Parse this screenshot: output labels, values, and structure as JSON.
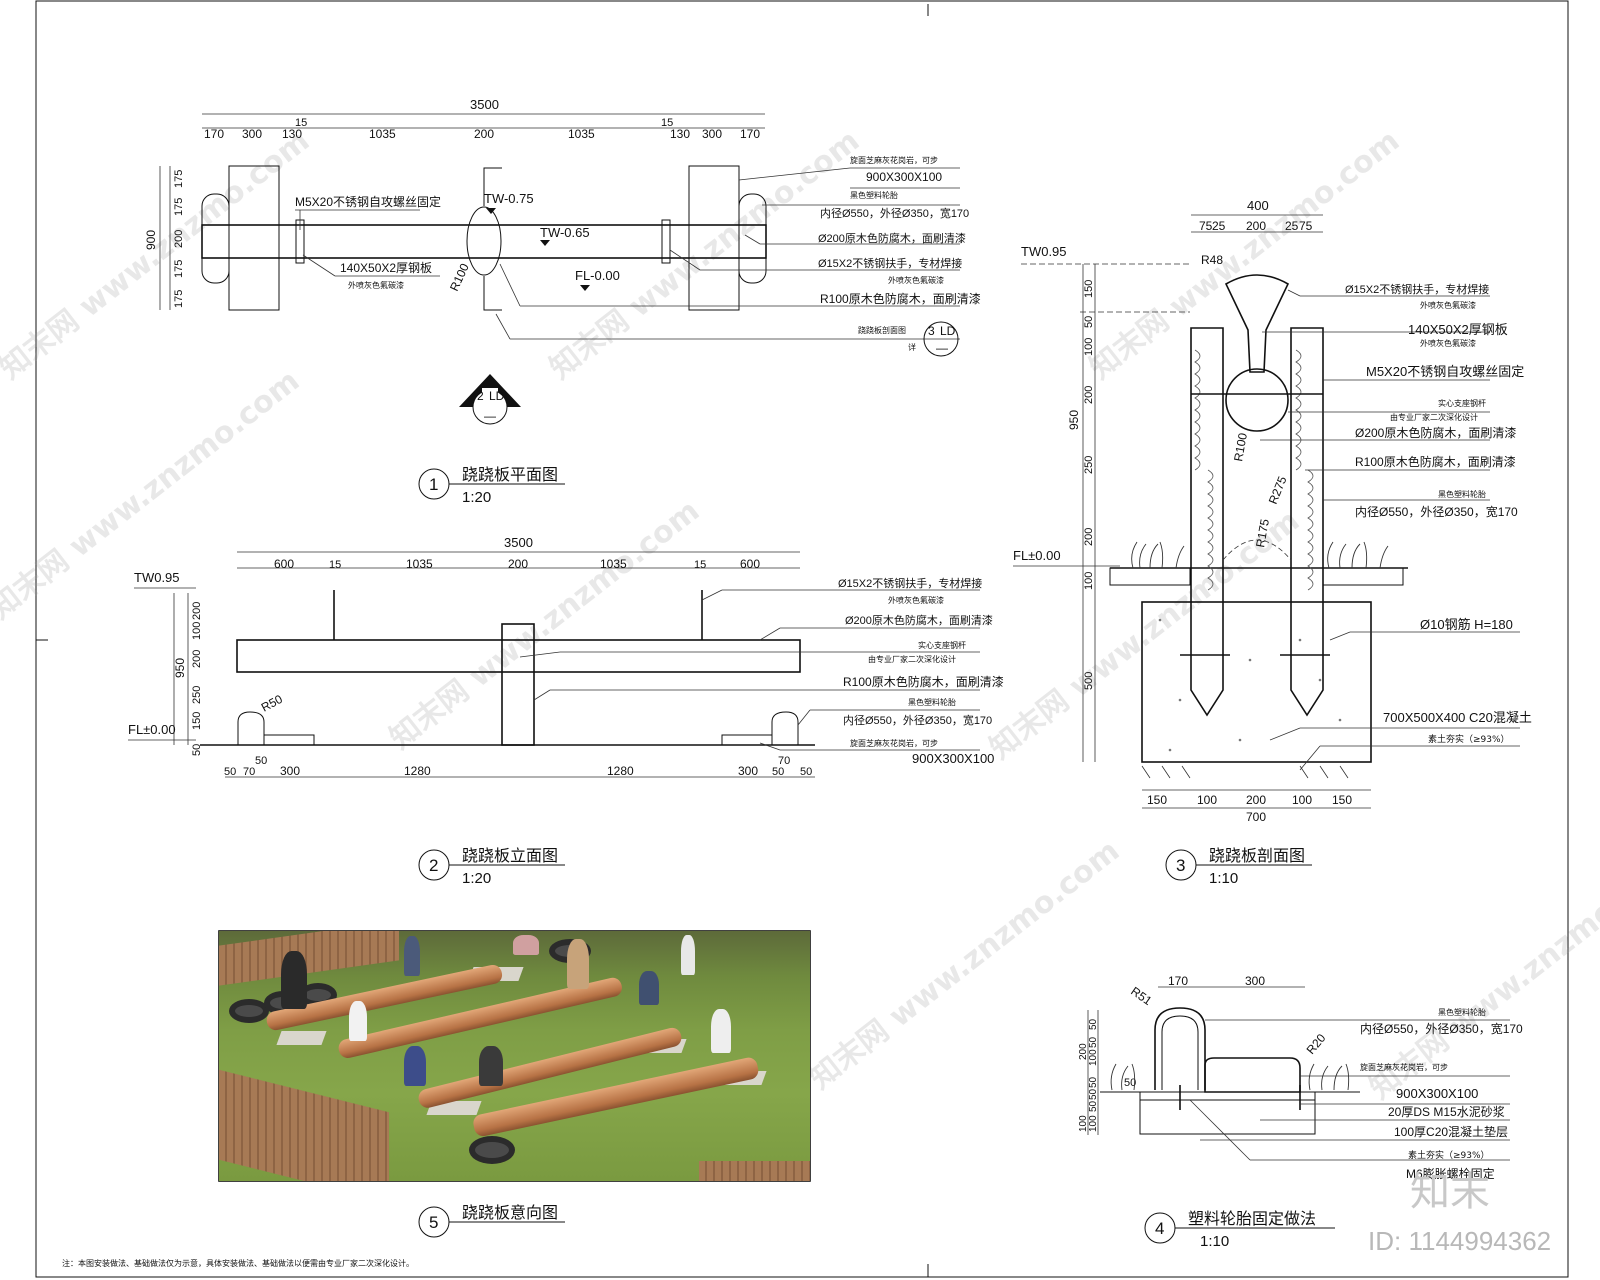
{
  "frame": {
    "brand_text": "知末",
    "id_text": "ID: 1144994362",
    "note": "注：本图安装做法、基础做法仅为示意，具体安装做法、基础做法以便需由专业厂家二次深化设计。"
  },
  "watermark": {
    "text": "知末网 www.znzmo.com"
  },
  "colors": {
    "line": "#111111",
    "grass": "#7f9e46",
    "log": "#c0804f"
  },
  "fig1": {
    "title": "跷跷板平面图",
    "num": "1",
    "scale": "1:20",
    "dims_top": [
      "170",
      "300",
      "130",
      "15",
      "1035",
      "200",
      "1035",
      "15",
      "130",
      "300",
      "170"
    ],
    "dim_total": "3500",
    "dims_left": [
      "175",
      "175",
      "200",
      "175",
      "175"
    ],
    "dim_left_total": "900",
    "levels": {
      "tw1": "TW-0.75",
      "tw2": "TW-0.65",
      "fl": "FL-0.00"
    },
    "r_label": "R100",
    "bolt_label": "M5X20不锈钢自攻螺丝固定",
    "plate_label": "140X50X2厚钢板",
    "plate_sub": "外喷灰色氟碳漆",
    "notes": [
      "旋面芝麻灰花岗岩，可步",
      "900X300X100",
      "黑色塑料轮胎",
      "内径Ø550，外径Ø350，宽170",
      "Ø200原木色防腐木，面刷清漆",
      "Ø15X2不锈钢扶手，专材焊接",
      "外喷灰色氟碳漆",
      "R100原木色防腐木，面刷清漆",
      "跷跷板剖面图",
      "详"
    ],
    "ref_callout": {
      "top": "3",
      "sub": "LD",
      "bottom": "—"
    },
    "section_mark": {
      "num": "2",
      "sub": "LD",
      "bottom": "—"
    }
  },
  "fig2": {
    "title": "跷跷板立面图",
    "num": "2",
    "scale": "1:20",
    "dims_top": [
      "600",
      "15",
      "1035",
      "200",
      "1035",
      "15",
      "600"
    ],
    "dim_total": "3500",
    "dims_bottom": [
      "50",
      "70",
      "50",
      "300",
      "1280",
      "1280",
      "300",
      "70",
      "50",
      "50"
    ],
    "dims_left": [
      "200",
      "100",
      "200",
      "250",
      "150",
      "50"
    ],
    "dim_left_total": "950",
    "tw": "TW0.95",
    "fl": "FL±0.00",
    "r50": "R50",
    "notes": [
      "Ø15X2不锈钢扶手，专材焊接",
      "外喷灰色氟碳漆",
      "Ø200原木色防腐木，面刷清漆",
      "实心支座钢杆",
      "由专业厂家二次深化设计",
      "R100原木色防腐木，面刷清漆",
      "黑色塑料轮胎",
      "内径Ø550，外径Ø350，宽170",
      "旋面芝麻灰花岗岩，可步",
      "900X300X100"
    ]
  },
  "fig3": {
    "title": "跷跷板剖面图",
    "num": "3",
    "scale": "1:10",
    "dims_top": [
      "75",
      "25",
      "200",
      "25",
      "75"
    ],
    "dim_total": "400",
    "dims_left": [
      "150",
      "50",
      "100",
      "200",
      "250",
      "200",
      "100",
      "500"
    ],
    "dim_left_total": "950",
    "dims_bottom": [
      "150",
      "100",
      "200",
      "100",
      "150"
    ],
    "dim_bottom_total": "700",
    "tw": "TW0.95",
    "fl": "FL±0.00",
    "radii": [
      "R48",
      "R100",
      "R275",
      "R175"
    ],
    "notes": [
      "Ø15X2不锈钢扶手，专材焊接",
      "外喷灰色氟碳漆",
      "140X50X2厚钢板",
      "外喷灰色氟碳漆",
      "M5X20不锈钢自攻螺丝固定",
      "实心支座钢杆",
      "由专业厂家二次深化设计",
      "Ø200原木色防腐木，面刷清漆",
      "R100原木色防腐木，面刷清漆",
      "黑色塑料轮胎",
      "内径Ø550，外径Ø350，宽170",
      "Ø10钢筋 H=180",
      "700X500X400 C20混凝土",
      "素土夯实（≥93%）"
    ]
  },
  "fig4": {
    "title": "塑料轮胎固定做法",
    "num": "4",
    "scale": "1:10",
    "dims_top": [
      "170",
      "300"
    ],
    "r_labels": [
      "R51",
      "R20"
    ],
    "dims_left": [
      "50",
      "50",
      "100",
      "200",
      "50",
      "50",
      "50",
      "100",
      "100"
    ],
    "small_50": "50",
    "notes": [
      "黑色塑料轮胎",
      "内径Ø550，外径Ø350，宽170",
      "旋面芝麻灰花岗岩，可步",
      "900X300X100",
      "20厚DS M15水泥砂浆",
      "100厚C20混凝土垫层",
      "素土夯实（≥93%）",
      "M6膨胀螺栓固定"
    ]
  },
  "fig5": {
    "title": "跷跷板意向图",
    "num": "5"
  }
}
